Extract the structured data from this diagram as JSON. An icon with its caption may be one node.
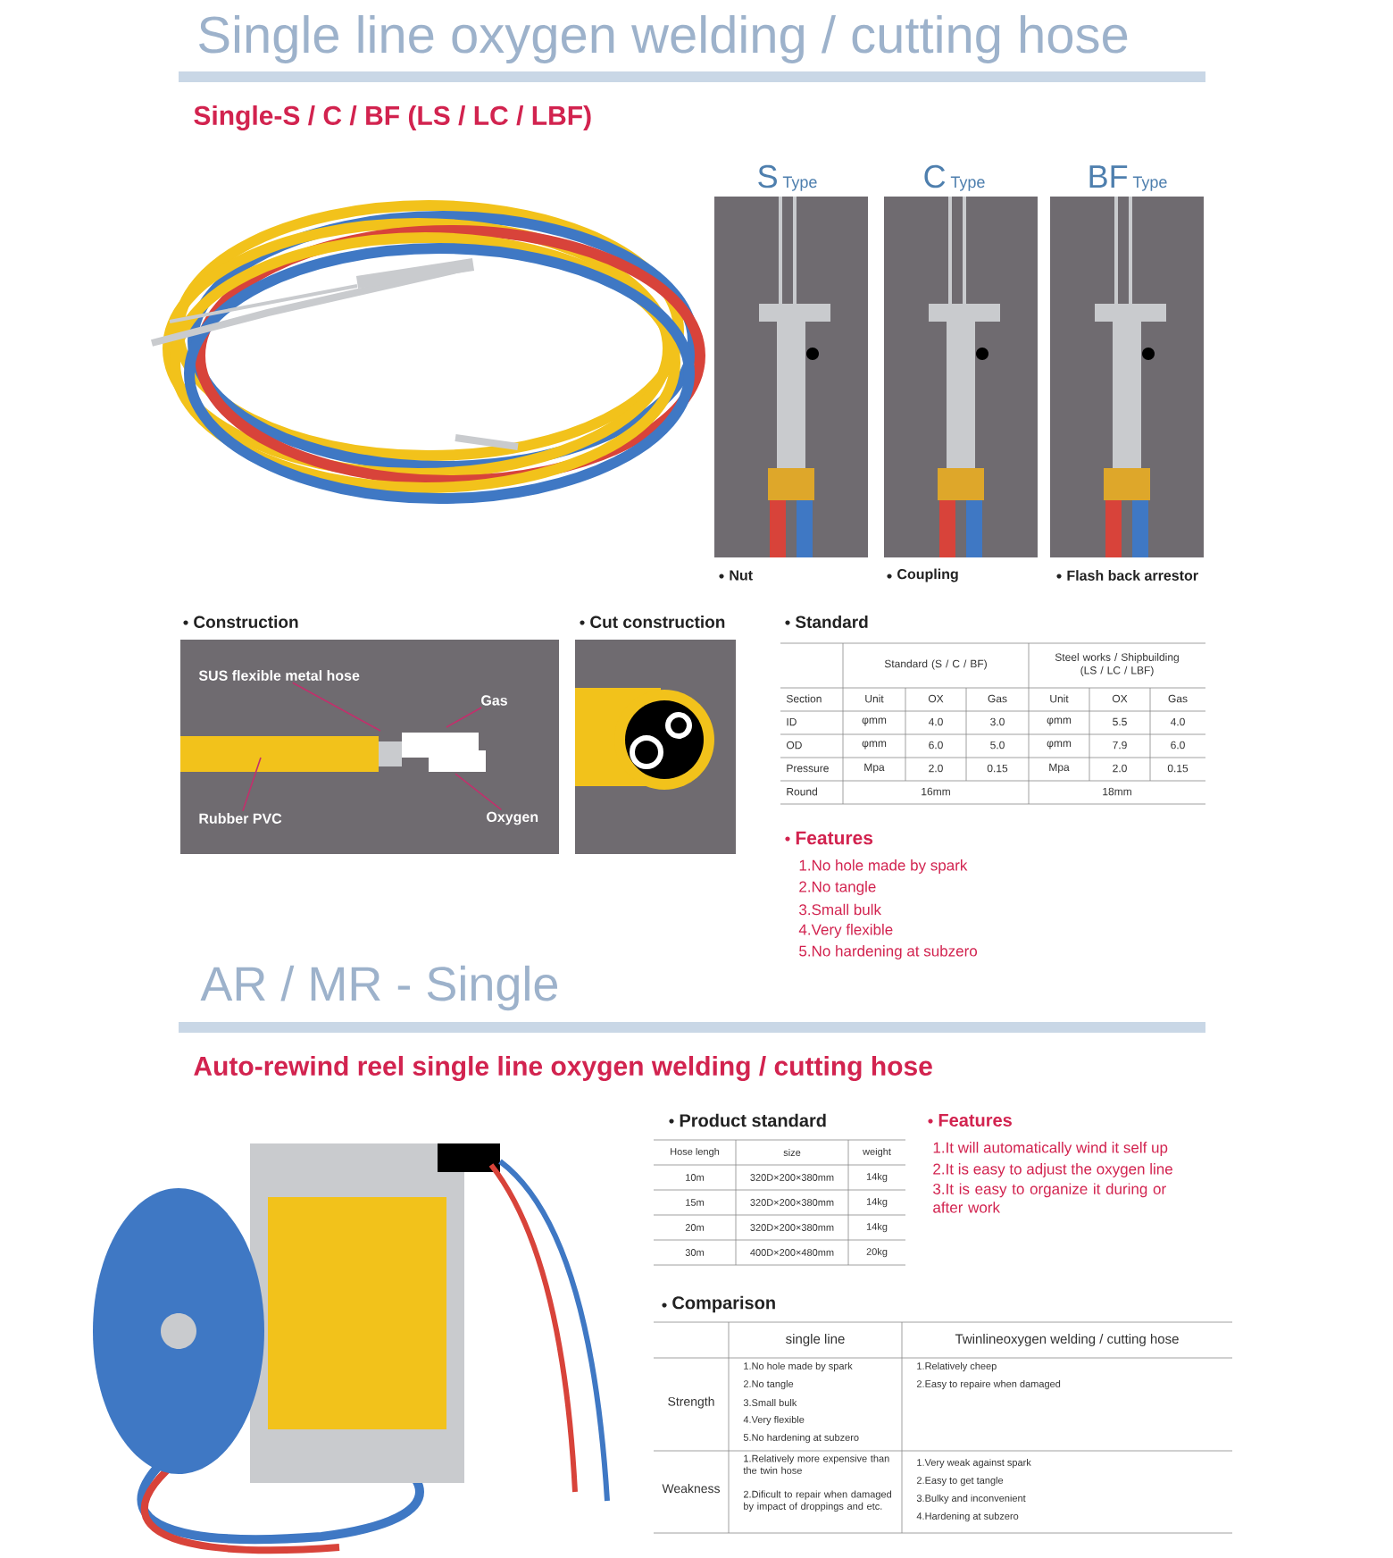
{
  "diagram": {
    "title": "Single line oxygen welding / cutting hose",
    "nodes": [
      {
        "text": [
          "SUS flexible metal hose"
        ]
      },
      {
        "text": [
          "Gas"
        ]
      },
      {
        "text": [
          "Rubber PVC"
        ]
      },
      {
        "text": [
          "Oxygen"
        ]
      }
    ],
    "edges": [
      {
        "from": 0,
        "to": null,
        "arrow": "none"
      },
      {
        "from": 1,
        "to": null,
        "arrow": "none"
      },
      {
        "from": 2,
        "to": null,
        "arrow": "none"
      },
      {
        "from": 3,
        "to": null,
        "arrow": "none"
      }
    ],
    "labels": [
      "Single-S / C / BF (LS / LC / LBF)",
      "S",
      "Type",
      "C",
      "Type",
      "BF",
      "Type",
      "Nut",
      "Coupling",
      "Flash back arrestor",
      "Construction",
      "Cut construction",
      "Standard",
      "Standard (S / C / BF)",
      "Steel works / Shipbuilding (LS / LC / LBF)",
      "Section",
      "Unit",
      "OX",
      "Gas",
      "Unit",
      "OX",
      "Gas",
      "ID",
      "φmm",
      "4.0",
      "3.0",
      "φmm",
      "5.5",
      "4.0",
      "OD",
      "φmm",
      "6.0",
      "5.0",
      "φmm",
      "7.9",
      "6.0",
      "Pressure",
      "Mpa",
      "2.0",
      "0.15",
      "Mpa",
      "2.0",
      "0.15",
      "Round",
      "16mm",
      "18mm",
      "Features",
      "1.No hole made by spark",
      "2.No tangle",
      "3.Small bulk",
      "4.Very flexible",
      "5.No hardening at subzero",
      "AR / MR - Single",
      "Auto-rewind reel single line oxygen welding / cutting hose",
      "Product standard",
      "Hose lengh",
      "size",
      "weight",
      "10m",
      "320D×200×380mm",
      "14kg",
      "15m",
      "320D×200×380mm",
      "14kg",
      "20m",
      "320D×200×380mm",
      "14kg",
      "30m",
      "400D×200×480mm",
      "20kg",
      "Features",
      "1.It will automatically wind it self up",
      "2.It is easy to adjust the oxygen line",
      "3.It is easy to organize it during or after work",
      "Comparison",
      "single line",
      "Twinlineoxygen welding / cutting hose",
      "Strength",
      "1.No hole made by spark",
      "2.No tangle",
      "3.Small bulk",
      "4.Very flexible",
      "5.No hardening at subzero",
      "1.Relatively cheep",
      "2.Easy to repaire when damaged",
      "Weakness",
      "1.Relatively more expensive than the twin hose",
      "2.Dificult to repair when damaged by impact of droppings and etc.",
      "1.Very weak against spark",
      "2.Easy to get tangle",
      "3.Bulky and inconvenient",
      "4.Hardening at subzero"
    ]
  }
}
